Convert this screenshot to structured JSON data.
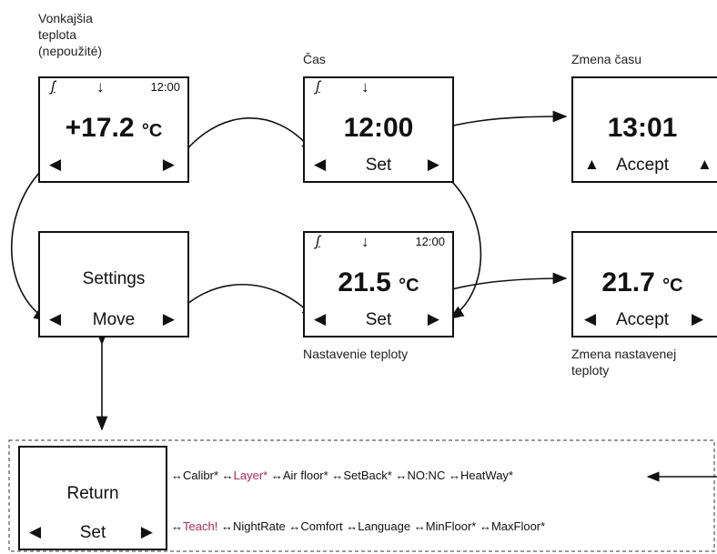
{
  "labels": {
    "outside_l1": "Vonkajšia",
    "outside_l2": "teplota",
    "outside_l3": "(nepoužité)",
    "time": "Čas",
    "time_change": "Zmena času",
    "temp_set": "Nastavenie teploty",
    "temp_change_l1": "Zmena nastavenej",
    "temp_change_l2": "teploty"
  },
  "screens": {
    "outside": {
      "clock": "12:00",
      "value": "+17.2",
      "unit": "°C"
    },
    "time": {
      "value": "12:00",
      "button": "Set"
    },
    "time_change": {
      "value": "13:01",
      "button": "Accept"
    },
    "settings": {
      "title": "Settings",
      "button": "Move"
    },
    "temp_set": {
      "clock": "12:00",
      "value": "21.5",
      "unit": "°C",
      "button": "Set"
    },
    "temp_change": {
      "value": "21.7",
      "unit": "°C",
      "button": "Accept"
    },
    "return": {
      "title": "Return",
      "button": "Set"
    }
  },
  "chain1": [
    "Calibr*",
    "Layer*",
    "Air floor*",
    "SetBack*",
    "NO:NC",
    "HeatWay*"
  ],
  "chain2": [
    "Teach!",
    "NightRate",
    "Comfort",
    "Language",
    "MinFloor*",
    "MaxFloor*"
  ],
  "symbols": {
    "swap": "↔",
    "left": "◀",
    "right": "▶",
    "up": "▲",
    "heat": "ʃ",
    "down": "↓"
  },
  "colors": {
    "highlight": "#b0285a"
  }
}
